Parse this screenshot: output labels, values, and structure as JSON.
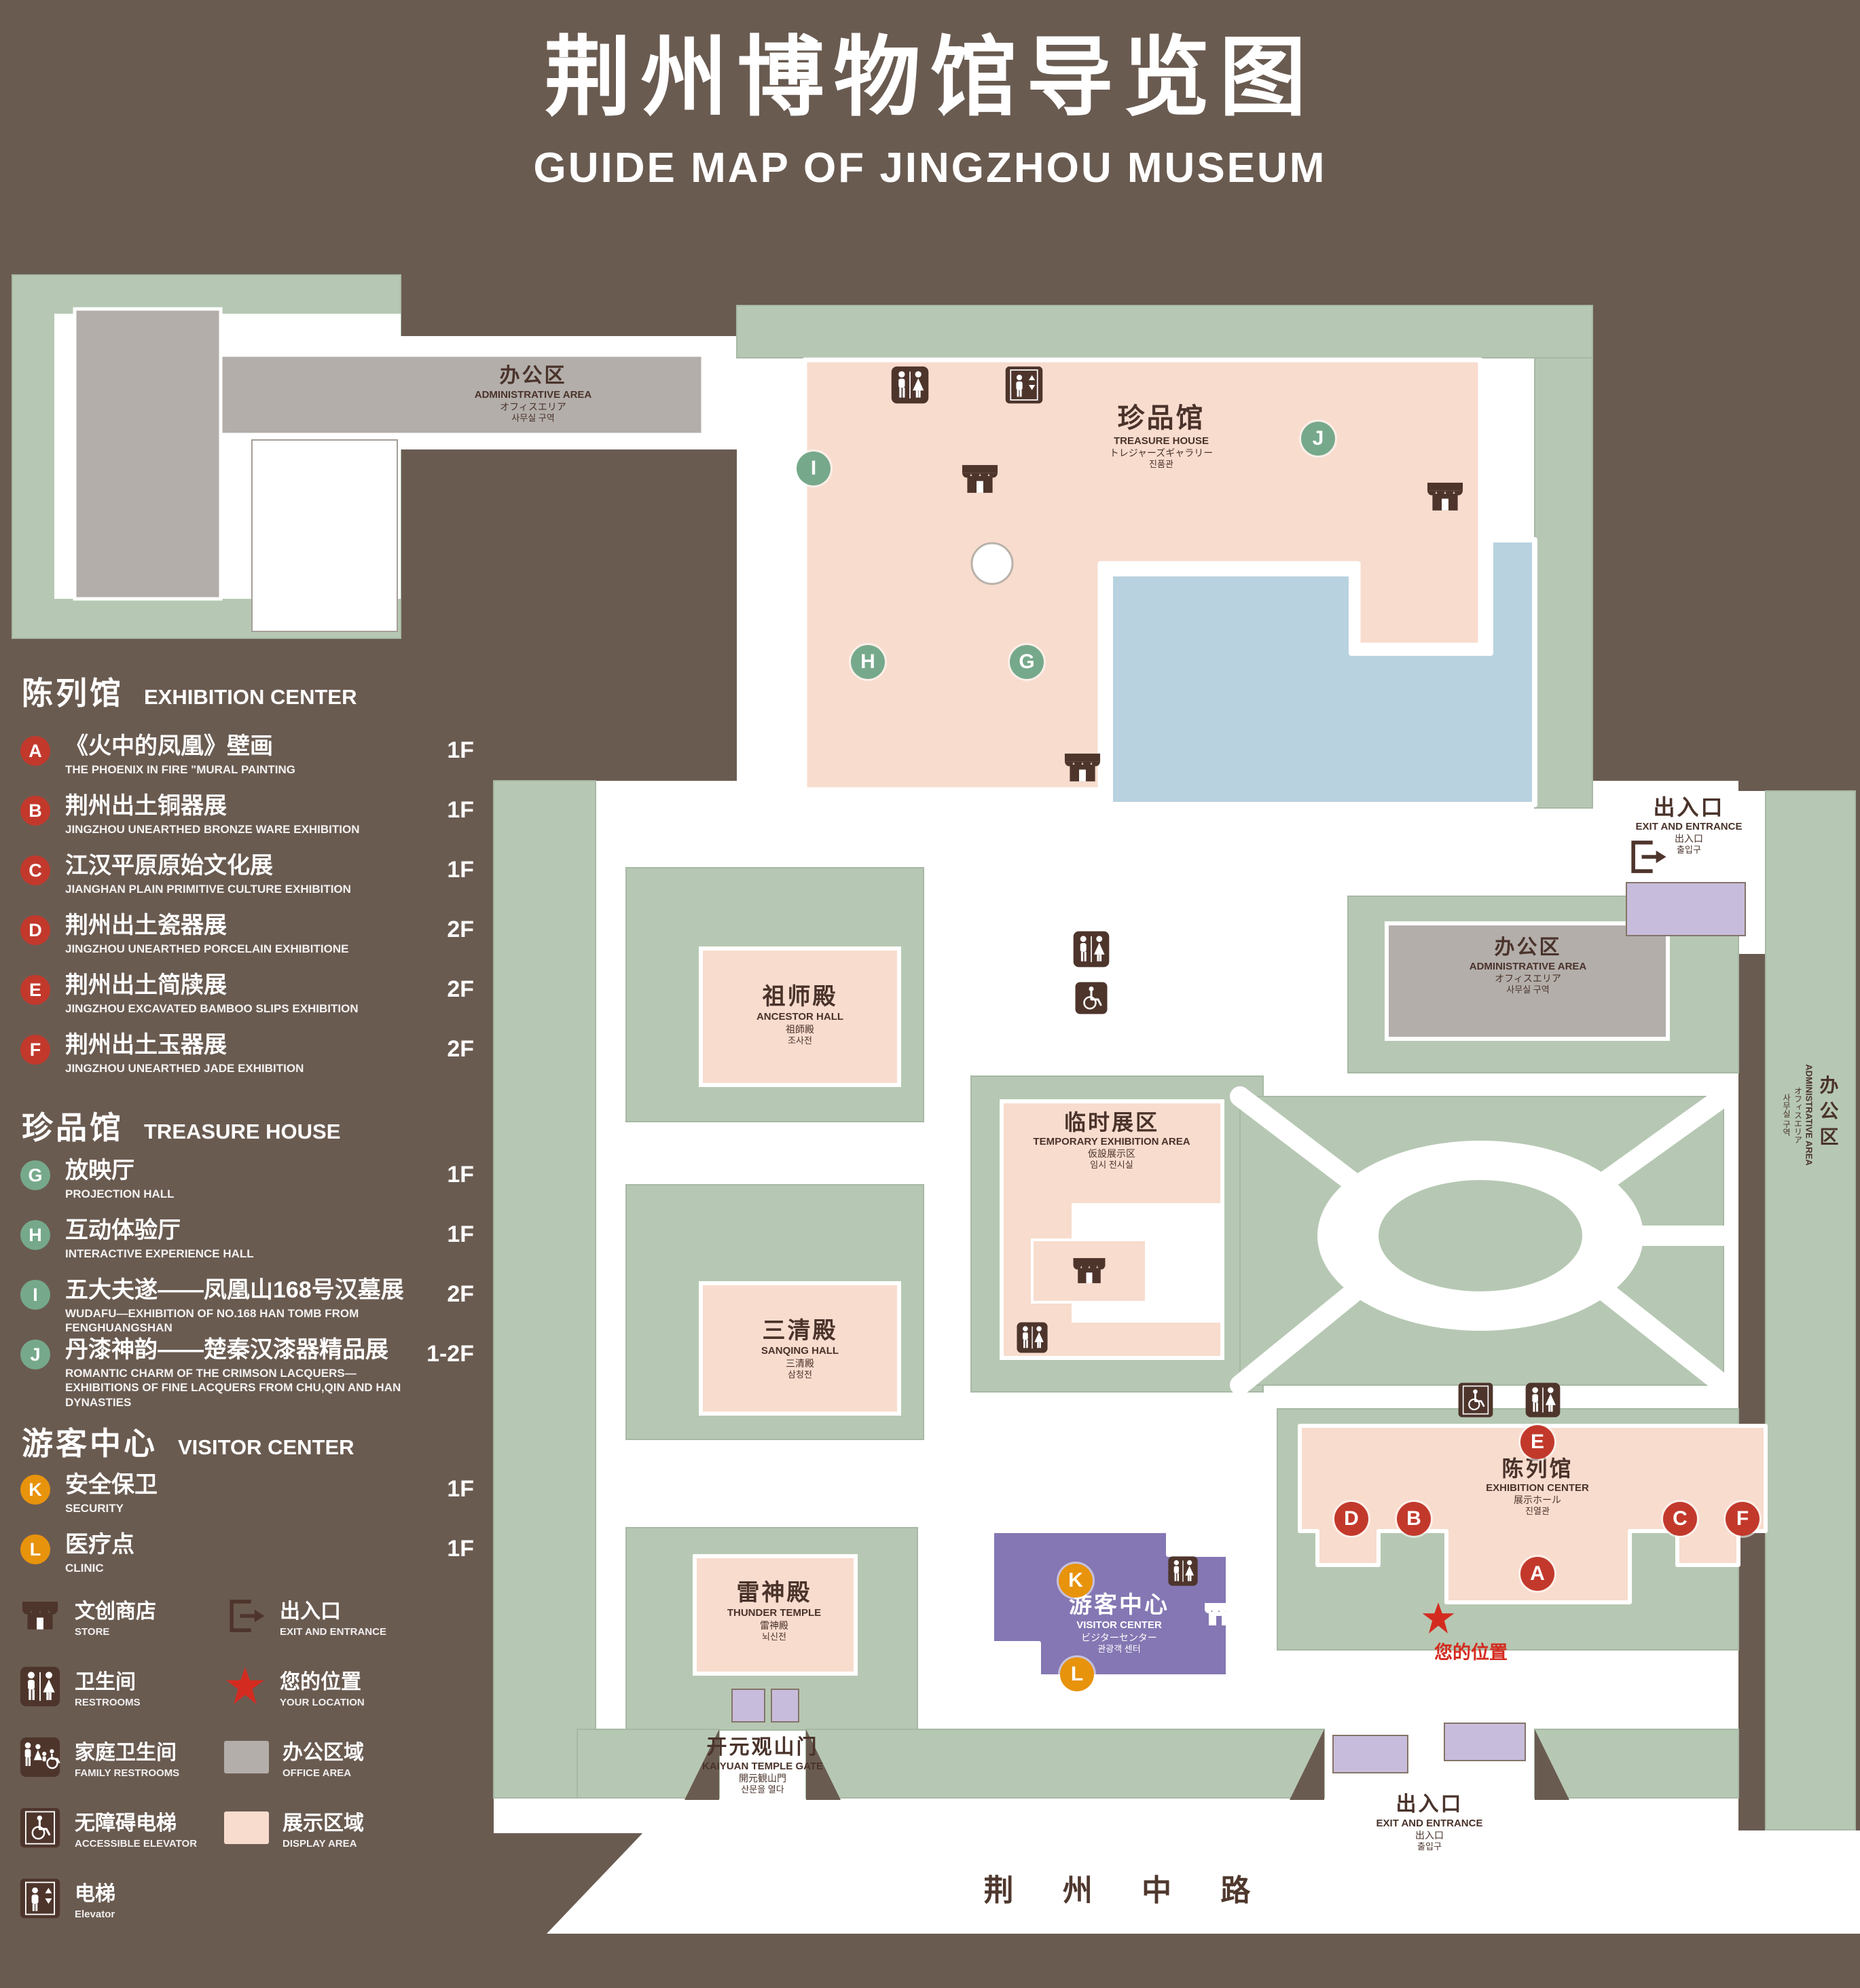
{
  "header": {
    "title": "荆州博物馆导览图",
    "subtitle": "GUIDE MAP OF JINGZHOU MUSEUM"
  },
  "sidebar": {
    "sections": [
      {
        "cn": "陈列馆",
        "en": "EXHIBITION CENTER",
        "items": [
          {
            "letter": "A",
            "cn": "《火中的凤凰》壁画",
            "en": "THE PHOENIX IN FIRE \"MURAL PAINTING",
            "floor": "1F"
          },
          {
            "letter": "B",
            "cn": "荆州出土铜器展",
            "en": "JINGZHOU UNEARTHED BRONZE WARE EXHIBITION",
            "floor": "1F"
          },
          {
            "letter": "C",
            "cn": "江汉平原原始文化展",
            "en": "JIANGHAN PLAIN PRIMITIVE CULTURE EXHIBITION",
            "floor": "1F"
          },
          {
            "letter": "D",
            "cn": "荆州出土瓷器展",
            "en": "JINGZHOU UNEARTHED PORCELAIN EXHIBITIONE",
            "floor": "2F"
          },
          {
            "letter": "E",
            "cn": "荆州出土简牍展",
            "en": "JINGZHOU EXCAVATED BAMBOO SLIPS EXHIBITION",
            "floor": "2F"
          },
          {
            "letter": "F",
            "cn": "荆州出土玉器展",
            "en": "JINGZHOU UNEARTHED JADE EXHIBITION",
            "floor": "2F"
          }
        ]
      },
      {
        "cn": "珍品馆",
        "en": "TREASURE HOUSE",
        "items": [
          {
            "letter": "G",
            "cn": "放映厅",
            "en": "PROJECTION HALL",
            "floor": "1F"
          },
          {
            "letter": "H",
            "cn": "互动体验厅",
            "en": "INTERACTIVE EXPERIENCE HALL",
            "floor": "1F"
          },
          {
            "letter": "I",
            "cn": "五大夫遂——凤凰山168号汉墓展",
            "en": "WUDAFU—EXHIBITION OF NO.168 HAN TOMB FROM FENGHUANGSHAN",
            "floor": "2F"
          },
          {
            "letter": "J",
            "cn": "丹漆神韵——楚秦汉漆器精品展",
            "en": "ROMANTIC CHARM OF THE CRIMSON LACQUERS—EXHIBITIONS OF FINE LACQUERS FROM CHU,QIN AND HAN DYNASTIES",
            "floor": "1-2F"
          }
        ]
      },
      {
        "cn": "游客中心",
        "en": "VISITOR CENTER",
        "items": [
          {
            "letter": "K",
            "cn": "安全保卫",
            "en": "SECURITY",
            "floor": "1F"
          },
          {
            "letter": "L",
            "cn": "医疗点",
            "en": "CLINIC",
            "floor": "1F"
          }
        ]
      }
    ],
    "symbols": [
      {
        "cn": "文创商店",
        "en": "STORE"
      },
      {
        "cn": "出入口",
        "en": "EXIT AND ENTRANCE"
      },
      {
        "cn": "卫生间",
        "en": "RESTROOMS"
      },
      {
        "cn": "您的位置",
        "en": "YOUR LOCATION"
      },
      {
        "cn": "家庭卫生间",
        "en": "FAMILY RESTROOMS"
      },
      {
        "cn": "办公区域",
        "en": "OFFICE AREA"
      },
      {
        "cn": "无障碍电梯",
        "en": "ACCESSIBLE ELEVATOR"
      },
      {
        "cn": "展示区域",
        "en": "DISPLAY AREA"
      },
      {
        "cn": "电梯",
        "en": "Elevator"
      }
    ]
  },
  "map": {
    "areas": {
      "admin_top": {
        "cn": "办公区",
        "en": "ADMINISTRATIVE AREA",
        "jp": "オフィスエリア",
        "kr": "사무실 구역"
      },
      "treasure_house": {
        "cn": "珍品馆",
        "en": "TREASURE HOUSE",
        "jp": "トレジャーズギャラリー",
        "kr": "진품관"
      },
      "exit_right": {
        "cn": "出入口",
        "en": "EXIT AND ENTRANCE",
        "jp": "出入口",
        "kr": "출입구"
      },
      "admin_mid": {
        "cn": "办公区",
        "en": "ADMINISTRATIVE AREA",
        "jp": "オフィスエリア",
        "kr": "사무실 구역"
      },
      "admin_right": {
        "cn": "办公区",
        "en": "ADMINISTRATIVE AREA",
        "jp": "オフィスエリア",
        "kr": "사무실 구역"
      },
      "ancestor_hall": {
        "cn": "祖师殿",
        "en": "ANCESTOR HALL",
        "jp": "祖師殿",
        "kr": "조사전"
      },
      "temporary_area": {
        "cn": "临时展区",
        "en": "TEMPORARY EXHIBITION AREA",
        "jp": "仮設展示区",
        "kr": "임시 전시실"
      },
      "sanqing_hall": {
        "cn": "三清殿",
        "en": "SANQING HALL",
        "jp": "三清殿",
        "kr": "삼청전"
      },
      "thunder_temple": {
        "cn": "雷神殿",
        "en": "THUNDER TEMPLE",
        "jp": "雷神殿",
        "kr": "뇌신전"
      },
      "visitor_center": {
        "cn": "游客中心",
        "en": "VISITOR CENTER",
        "jp": "ビジターセンター",
        "kr": "관광객 센터"
      },
      "exhibition_center": {
        "cn": "陈列馆",
        "en": "EXHIBITION CENTER",
        "jp": "展示ホール",
        "kr": "진열관"
      },
      "gate": {
        "cn": "开元观山门",
        "en": "KAIYUAN TEMPLE GATE",
        "jp": "開元観山門",
        "kr": "산문을 열다"
      },
      "exit_bottom": {
        "cn": "出入口",
        "en": "EXIT AND ENTRANCE",
        "jp": "出入口",
        "kr": "출입구"
      },
      "your_location": {
        "cn": "您的位置"
      },
      "road": {
        "cn": "荆 州 中 路"
      }
    },
    "markers": {
      "A": "A",
      "B": "B",
      "C": "C",
      "D": "D",
      "E": "E",
      "F": "F",
      "G": "G",
      "H": "H",
      "I": "I",
      "J": "J",
      "K": "K",
      "L": "L"
    }
  },
  "colors": {
    "background": "#6a5b51",
    "green": "#b6c8b3",
    "display_area": "#f8dcce",
    "office_area": "#b3aeaa",
    "water": "#b8d2df",
    "visitor_purple": "#8477b3",
    "marker_red": "#c2392c",
    "marker_green": "#76a98b",
    "marker_orange": "#e8930c",
    "location_red": "#d42b20"
  }
}
